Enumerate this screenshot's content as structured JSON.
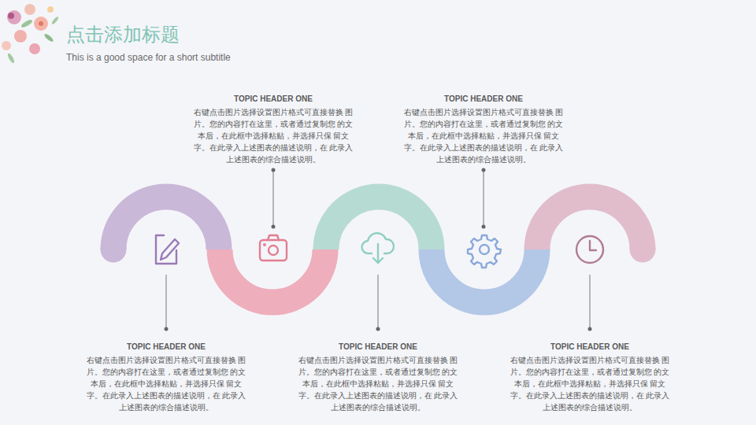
{
  "diagram": {
    "title": "点击添加标题",
    "nodes": [
      {
        "text": [
          "TOPIC HEADER ONE",
          "右键点击图片选择设置图片格式可直接替换 图片。您的内容打在这里，或者通过复制您 的文本后，在此框中选择粘贴，并选择只保 留文字。在此录入上述图表的描述说明，在 此录入上述图表的综合描述说明。"
        ]
      },
      {
        "text": [
          "TOPIC HEADER ONE",
          "右键点击图片选择设置图片格式可直接替换 图片。您的内容打在这里，或者通过复制您 的文本后，在此框中选择粘贴，并选择只保 留文字。在此录入上述图表的描述说明，在 此录入上述图表的综合描述说明。"
        ]
      },
      {
        "text": [
          "TOPIC HEADER ONE",
          "右键点击图片选择设置图片格式可直接替换 图片。您的内容打在这里，或者通过复制您 的文本后，在此框中选择粘贴，并选择只保 留文字。在此录入上述图表的描述说明，在 此录入上述图表的综合描述说明。"
        ]
      },
      {
        "text": [
          "TOPIC HEADER ONE",
          "右键点击图片选择设置图片格式可直接替换 图片。您的内容打在这里，或者通过复制您 的文本后，在此框中选择粘贴，并选择只保 留文字。在此录入上述图表的描述说明，在 此录入上述图表的综合描述说明。"
        ]
      },
      {
        "text": [
          "TOPIC HEADER ONE",
          "右键点击图片选择设置图片格式可直接替换 图片。您的内容打在这里，或者通过复制您 的文本后，在此框中选择粘贴，并选择只保 留文字。在此录入上述图表的描述说明，在 此录入上述图表的综合描述说明。"
        ]
      }
    ],
    "labels": [
      "This is a good space for a short subtitle"
    ]
  }
}
